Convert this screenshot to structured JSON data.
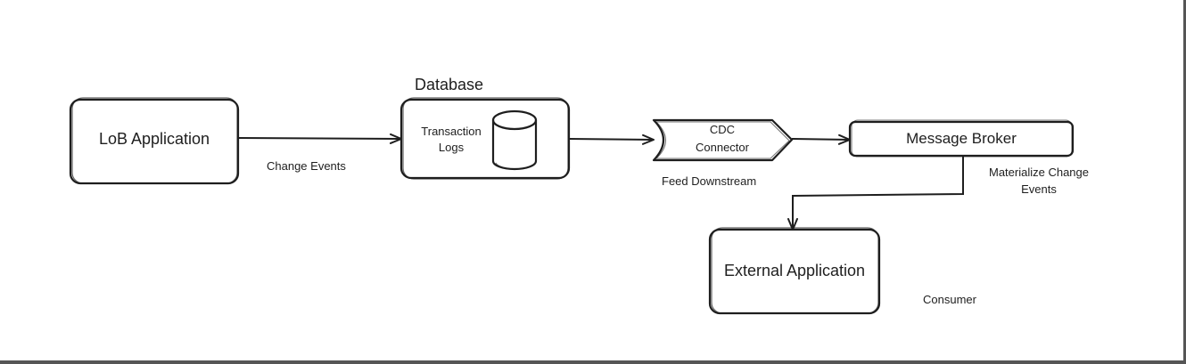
{
  "nodes": {
    "lob_app": "LoB Application",
    "database_title": "Database",
    "transaction_logs_line1": "Transaction",
    "transaction_logs_line2": "Logs",
    "cdc_line1": "CDC",
    "cdc_line2": "Connector",
    "message_broker": "Message Broker",
    "external_app": "External Application"
  },
  "edge_labels": {
    "change_events": "Change Events",
    "feed_downstream": "Feed Downstream",
    "materialize_line1": "Materialize Change",
    "materialize_line2": "Events",
    "consumer": "Consumer"
  }
}
